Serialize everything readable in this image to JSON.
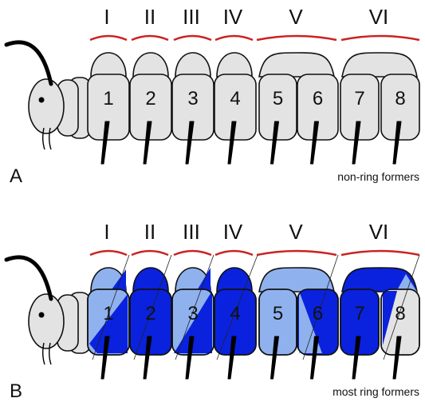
{
  "panels": [
    {
      "letter": "A",
      "caption": "non-ring formers",
      "groups": [
        "I",
        "II",
        "III",
        "IV",
        "V",
        "VI"
      ],
      "segments": [
        "1",
        "2",
        "3",
        "4",
        "5",
        "6",
        "7",
        "8"
      ]
    },
    {
      "letter": "B",
      "caption": "most ring formers",
      "groups": [
        "I",
        "II",
        "III",
        "IV",
        "V",
        "VI"
      ],
      "segments": [
        "1",
        "2",
        "3",
        "4",
        "5",
        "6",
        "7",
        "8"
      ]
    }
  ],
  "colors": {
    "body": "#e3e3e3",
    "outline": "#111111",
    "group_bracket": "#cc2222",
    "dark_blue": "#0a22dd",
    "light_blue": "#8fb2ef"
  }
}
